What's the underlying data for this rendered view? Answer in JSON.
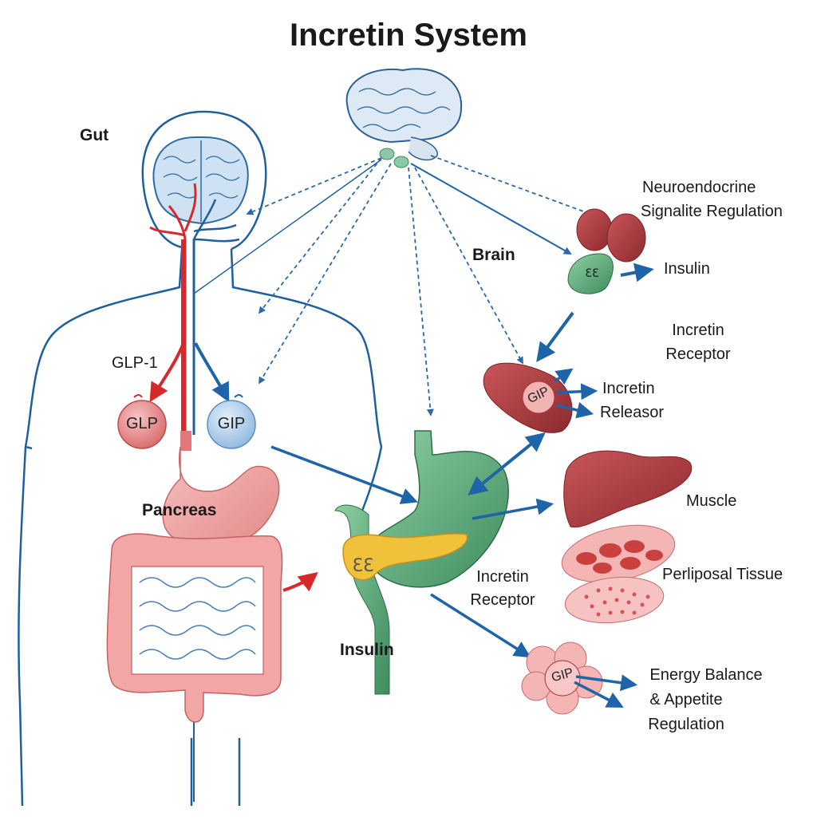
{
  "title": "Incretin System",
  "labels": {
    "gut": "Gut",
    "brain": "Brain",
    "glp1": "GLP-1",
    "pancreas": "Pancreas",
    "insulin_bottom": "Insulin",
    "neuroendocrine_line1": "Neuroendocrine",
    "neuroendocrine_line2": "Signalite Regulation",
    "insulin_right": "Insulin",
    "incretin_receptor_top_line1": "Incretin",
    "incretin_receptor_top_line2": "Receptor",
    "incretin_releasor_line1": "Incretin",
    "incretin_releasor_line2": "Releasor",
    "muscle": "Muscle",
    "periposal": "Perliposal Tissue",
    "incretin_receptor_mid_line1": "Incretin",
    "incretin_receptor_mid_line2": "Receptor",
    "energy_line1": "Energy Balance",
    "energy_line2": "& Appetite",
    "energy_line3": "Regulation"
  },
  "bubbles": {
    "glp": "GLP",
    "gip": "GIP",
    "gip_receptor": "GIP",
    "gip_adipose": "GIP"
  },
  "colors": {
    "outline_blue": "#1f5f9e",
    "arrow_blue": "#1e64a8",
    "artery_red": "#d8282a",
    "stomach_pink": "#f2a4a4",
    "pancreas_yellow": "#f0c23a",
    "green_organ": "#5fae7d",
    "liver_red": "#a8363a"
  }
}
